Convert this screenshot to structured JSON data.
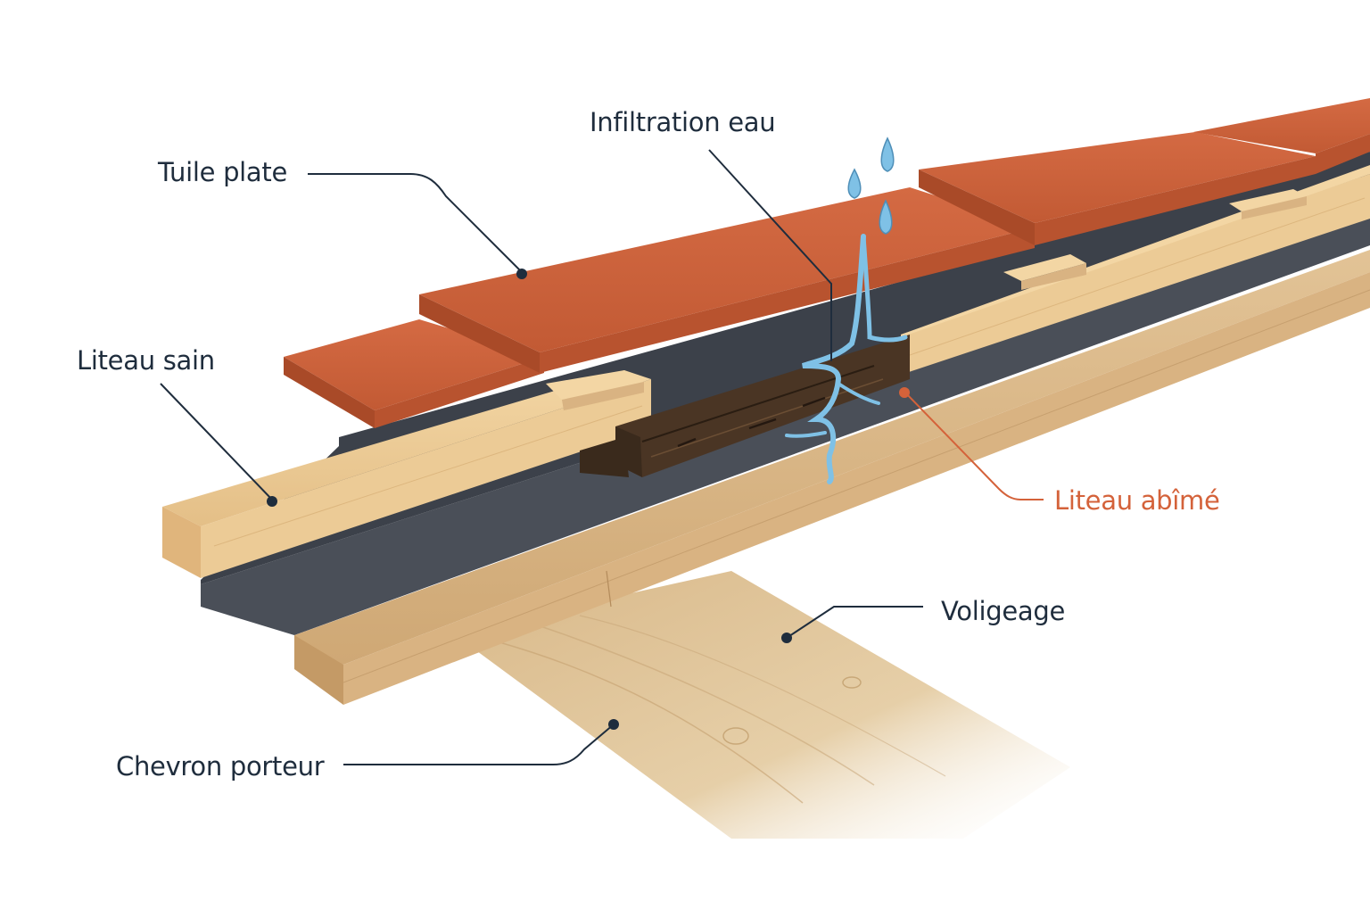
{
  "labels": {
    "tuile": "Tuile plate",
    "infiltration": "Infiltration eau",
    "liteau_sain": "Liteau sain",
    "liteau_abime": "Liteau abîmé",
    "voligeage": "Voligeage",
    "chevron": "Chevron porteur"
  },
  "colors": {
    "label_text": "#1f2d3d",
    "highlight": "#d4623a",
    "leader_line": "#1f2d3d",
    "tile": "#c8603a",
    "membrane": "#4a4f58",
    "wood_light": "#e6c08a",
    "wood_rotten": "#4a3524",
    "water": "#7fc1e6"
  }
}
